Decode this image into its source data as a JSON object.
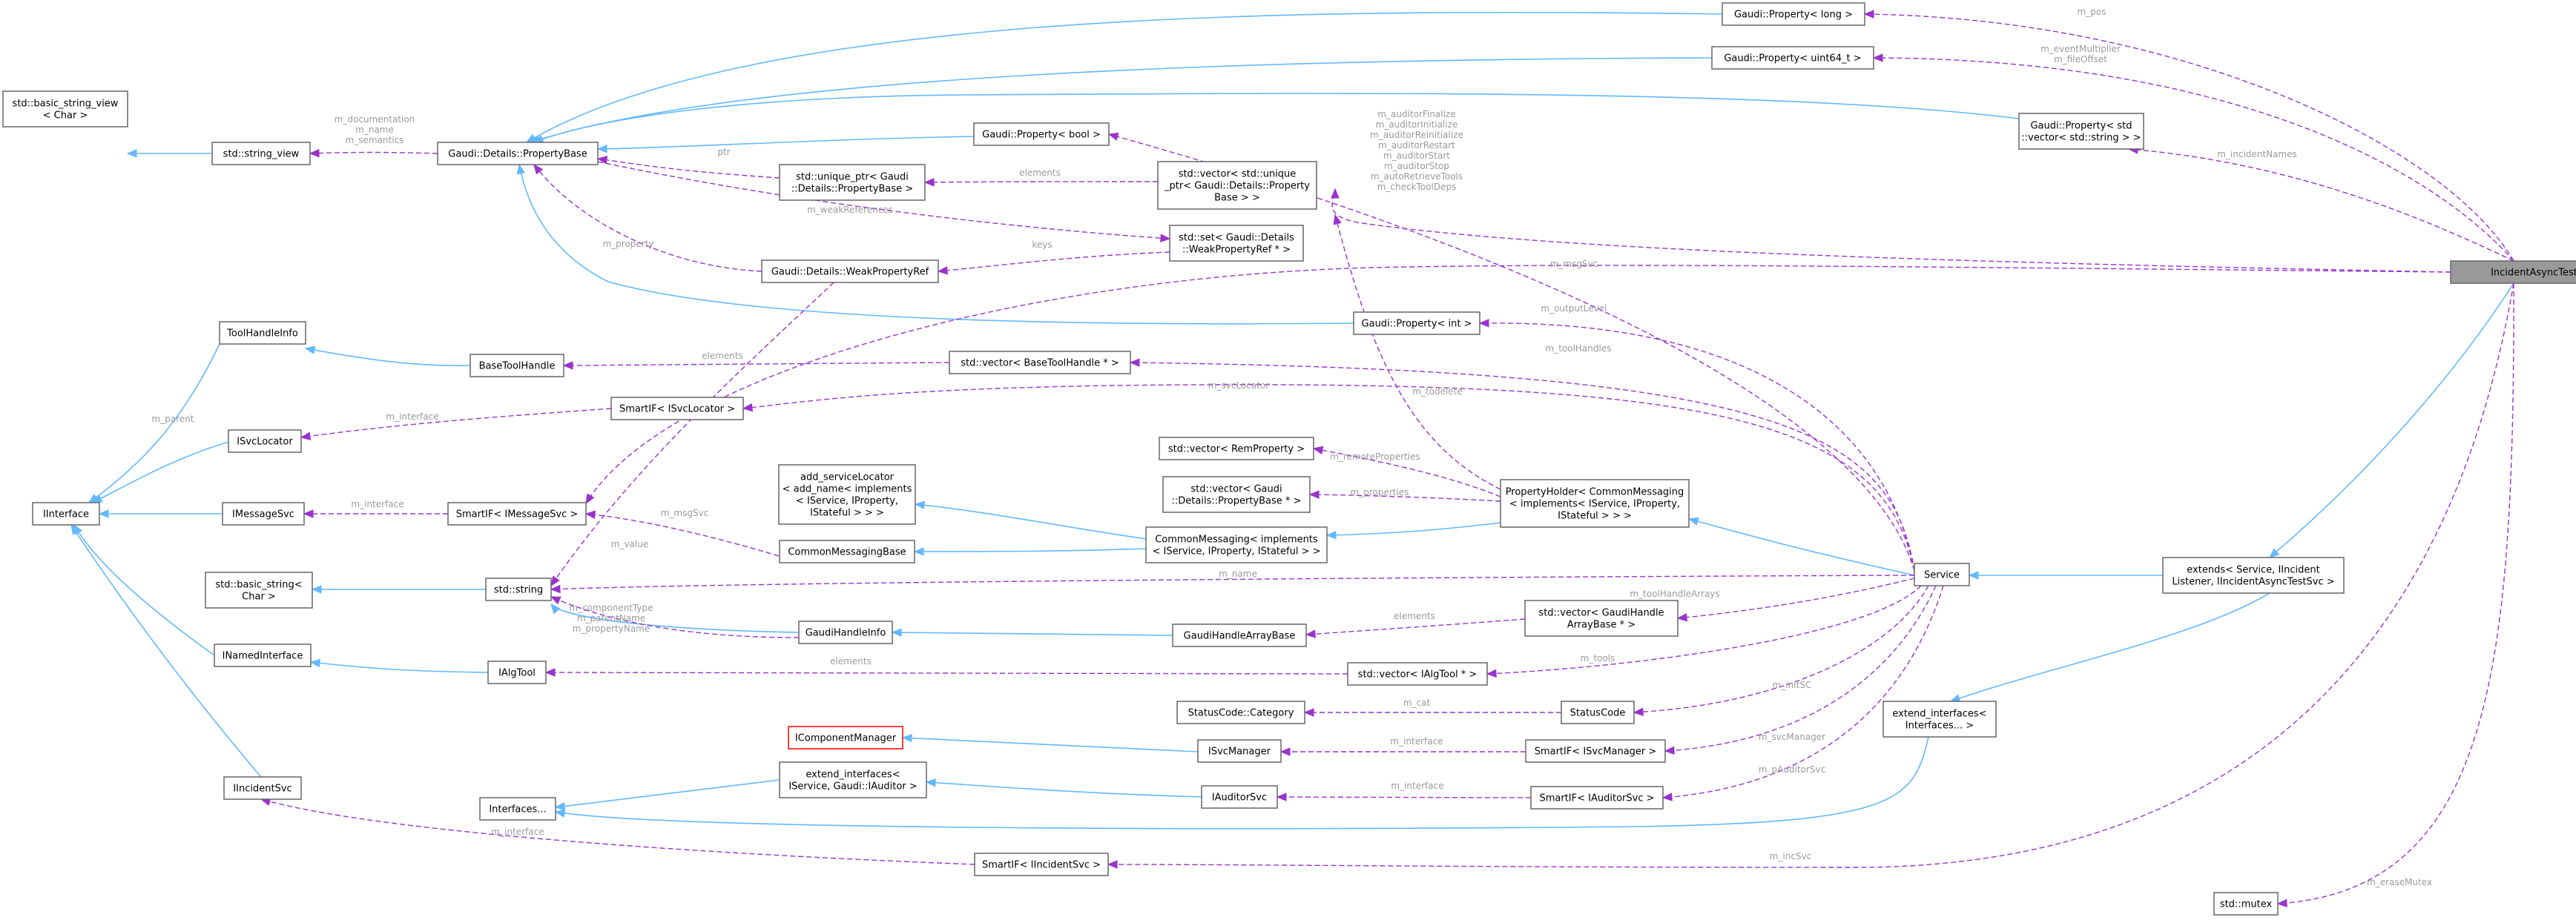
{
  "colors": {
    "inheritance": "#63b8ff",
    "usage": "#9a32cd",
    "highlight": "#999999",
    "label": "#9a9a9a",
    "warn_border": "#ff0000"
  },
  "nodes": [
    {
      "id": "incident",
      "lines": [
        "IncidentAsyncTestSvc"
      ],
      "highlight": true
    },
    {
      "id": "extends",
      "lines": [
        "extends< Service, IIncident",
        "Listener, IIncidentAsyncTestSvc >"
      ]
    },
    {
      "id": "extif",
      "lines": [
        "extend_interfaces<",
        "Interfaces... >"
      ]
    },
    {
      "id": "service",
      "lines": [
        "Service"
      ]
    },
    {
      "id": "gp_long",
      "lines": [
        "Gaudi::Property< long >"
      ]
    },
    {
      "id": "gp_u64",
      "lines": [
        "Gaudi::Property< uint64_t >"
      ]
    },
    {
      "id": "gp_vs",
      "lines": [
        "Gaudi::Property< std",
        "::vector< std::string > >"
      ]
    },
    {
      "id": "gp_bool",
      "lines": [
        "Gaudi::Property< bool >"
      ]
    },
    {
      "id": "gp_int",
      "lines": [
        "Gaudi::Property< int >"
      ]
    },
    {
      "id": "pbase",
      "lines": [
        "Gaudi::Details::PropertyBase"
      ]
    },
    {
      "id": "strview",
      "lines": [
        "std::string_view"
      ]
    },
    {
      "id": "bsv",
      "lines": [
        "std::basic_string_view",
        "< Char >"
      ]
    },
    {
      "id": "uptr",
      "lines": [
        "std::unique_ptr< Gaudi",
        "::Details::PropertyBase >"
      ]
    },
    {
      "id": "vec_uptr",
      "lines": [
        "std::vector< std::unique",
        "_ptr< Gaudi::Details::Property",
        "Base > >"
      ]
    },
    {
      "id": "setweak",
      "lines": [
        "std::set< Gaudi::Details",
        "::WeakPropertyRef * >"
      ]
    },
    {
      "id": "weakref",
      "lines": [
        "Gaudi::Details::WeakPropertyRef"
      ]
    },
    {
      "id": "bth",
      "lines": [
        "BaseToolHandle"
      ]
    },
    {
      "id": "vec_bth",
      "lines": [
        "std::vector< BaseToolHandle * >"
      ]
    },
    {
      "id": "thinfo",
      "lines": [
        "ToolHandleInfo"
      ]
    },
    {
      "id": "sifsl",
      "lines": [
        "SmartIF< ISvcLocator >"
      ]
    },
    {
      "id": "isl",
      "lines": [
        "ISvcLocator"
      ]
    },
    {
      "id": "iface",
      "lines": [
        "IInterface"
      ]
    },
    {
      "id": "imsg",
      "lines": [
        "IMessageSvc"
      ]
    },
    {
      "id": "sifmsg",
      "lines": [
        "SmartIF< IMessageSvc >"
      ]
    },
    {
      "id": "addsl",
      "lines": [
        "add_serviceLocator",
        "< add_name< implements",
        "< IService, IProperty,",
        "IStateful > > >"
      ]
    },
    {
      "id": "cmb",
      "lines": [
        "CommonMessagingBase"
      ]
    },
    {
      "id": "cm",
      "lines": [
        "CommonMessaging< implements",
        "< IService, IProperty, IStateful > >"
      ]
    },
    {
      "id": "vec_rem",
      "lines": [
        "std::vector< RemProperty >"
      ]
    },
    {
      "id": "vec_pb",
      "lines": [
        "std::vector< Gaudi",
        "::Details::PropertyBase * >"
      ]
    },
    {
      "id": "ph",
      "lines": [
        "PropertyHolder< CommonMessaging",
        "< implements< IService, IProperty,",
        "IStateful > > >"
      ]
    },
    {
      "id": "bstr",
      "lines": [
        "std::basic_string<",
        "Char >"
      ]
    },
    {
      "id": "str",
      "lines": [
        "std::string"
      ]
    },
    {
      "id": "ghinfo",
      "lines": [
        "GaudiHandleInfo"
      ]
    },
    {
      "id": "ghab",
      "lines": [
        "GaudiHandleArrayBase"
      ]
    },
    {
      "id": "vec_gha",
      "lines": [
        "std::vector< GaudiHandle",
        "ArrayBase * >"
      ]
    },
    {
      "id": "inamed",
      "lines": [
        "INamedInterface"
      ]
    },
    {
      "id": "ialgtool",
      "lines": [
        "IAlgTool"
      ]
    },
    {
      "id": "vec_ialg",
      "lines": [
        "std::vector< IAlgTool * >"
      ]
    },
    {
      "id": "sccat",
      "lines": [
        "StatusCode::Category"
      ]
    },
    {
      "id": "sc",
      "lines": [
        "StatusCode"
      ]
    },
    {
      "id": "icm",
      "lines": [
        "IComponentManager"
      ],
      "warn": true
    },
    {
      "id": "isvcmgr",
      "lines": [
        "ISvcManager"
      ]
    },
    {
      "id": "sifsm",
      "lines": [
        "SmartIF< ISvcManager >"
      ]
    },
    {
      "id": "iincsvc",
      "lines": [
        "IIncidentSvc"
      ]
    },
    {
      "id": "ifaces",
      "lines": [
        "Interfaces..."
      ]
    },
    {
      "id": "extifaud",
      "lines": [
        "extend_interfaces<",
        "IService, Gaudi::IAuditor >"
      ]
    },
    {
      "id": "iaudsvc",
      "lines": [
        "IAuditorSvc"
      ]
    },
    {
      "id": "sifaud",
      "lines": [
        "SmartIF< IAuditorSvc >"
      ]
    },
    {
      "id": "sifinc",
      "lines": [
        "SmartIF< IIncidentSvc >"
      ]
    },
    {
      "id": "mutex",
      "lines": [
        "std::mutex"
      ]
    }
  ],
  "edge_labels": [
    {
      "id": "m_pos",
      "lines": [
        "m_pos"
      ]
    },
    {
      "id": "m_event",
      "lines": [
        "m_eventMultiplier",
        "m_fileOffset"
      ]
    },
    {
      "id": "m_incnames",
      "lines": [
        "m_incidentNames"
      ]
    },
    {
      "id": "m_auditor",
      "lines": [
        "m_auditorFinalize",
        "m_auditorInitialize",
        "m_auditorReinitialize",
        "m_auditorRestart",
        "m_auditorStart",
        "m_auditorStop",
        "m_autoRetrieveTools",
        "m_checkToolDeps"
      ]
    },
    {
      "id": "m_msgsvc1",
      "lines": [
        "m_msgSvc"
      ]
    },
    {
      "id": "m_outlevel",
      "lines": [
        "m_outputLevel"
      ]
    },
    {
      "id": "m_toolhandles",
      "lines": [
        "m_toolHandles"
      ]
    },
    {
      "id": "m_svcloc",
      "lines": [
        "m_svcLocator"
      ]
    },
    {
      "id": "m_todelete",
      "lines": [
        "m_todelete"
      ]
    },
    {
      "id": "m_doc",
      "lines": [
        "m_documentation",
        "m_name",
        "m_semantics"
      ]
    },
    {
      "id": "ptr",
      "lines": [
        "ptr"
      ]
    },
    {
      "id": "elem_uptr",
      "lines": [
        "elements"
      ]
    },
    {
      "id": "m_weak",
      "lines": [
        "m_weakReferences"
      ]
    },
    {
      "id": "keys",
      "lines": [
        "keys"
      ]
    },
    {
      "id": "m_prop",
      "lines": [
        "m_property"
      ]
    },
    {
      "id": "elem_bth",
      "lines": [
        "elements"
      ]
    },
    {
      "id": "m_parent",
      "lines": [
        "m_parent"
      ]
    },
    {
      "id": "m_iface_sl",
      "lines": [
        "m_interface"
      ]
    },
    {
      "id": "m_iface_msg",
      "lines": [
        "m_interface"
      ]
    },
    {
      "id": "m_msgsvc2",
      "lines": [
        "m_msgSvc"
      ]
    },
    {
      "id": "m_value",
      "lines": [
        "m_value"
      ]
    },
    {
      "id": "m_remote",
      "lines": [
        "m_remoteProperties"
      ]
    },
    {
      "id": "m_props",
      "lines": [
        "m_properties"
      ]
    },
    {
      "id": "m_name",
      "lines": [
        "m_name"
      ]
    },
    {
      "id": "m_ctype",
      "lines": [
        "m_componentType",
        "m_parentName",
        "m_propertyName"
      ]
    },
    {
      "id": "elem_gha",
      "lines": [
        "elements"
      ]
    },
    {
      "id": "m_tha",
      "lines": [
        "m_toolHandleArrays"
      ]
    },
    {
      "id": "elem_ialg",
      "lines": [
        "elements"
      ]
    },
    {
      "id": "m_tools",
      "lines": [
        "m_tools"
      ]
    },
    {
      "id": "m_cat",
      "lines": [
        "m_cat"
      ]
    },
    {
      "id": "m_initsc",
      "lines": [
        "m_initSC"
      ]
    },
    {
      "id": "m_iface_sm",
      "lines": [
        "m_interface"
      ]
    },
    {
      "id": "m_svcmgr",
      "lines": [
        "m_svcManager"
      ]
    },
    {
      "id": "m_iface_aud",
      "lines": [
        "m_interface"
      ]
    },
    {
      "id": "m_paud",
      "lines": [
        "m_pAuditorSvc"
      ]
    },
    {
      "id": "m_iface_inc",
      "lines": [
        "m_interface"
      ]
    },
    {
      "id": "m_incsvc",
      "lines": [
        "m_incSvc"
      ]
    },
    {
      "id": "m_erase",
      "lines": [
        "m_eraseMutex"
      ]
    }
  ]
}
